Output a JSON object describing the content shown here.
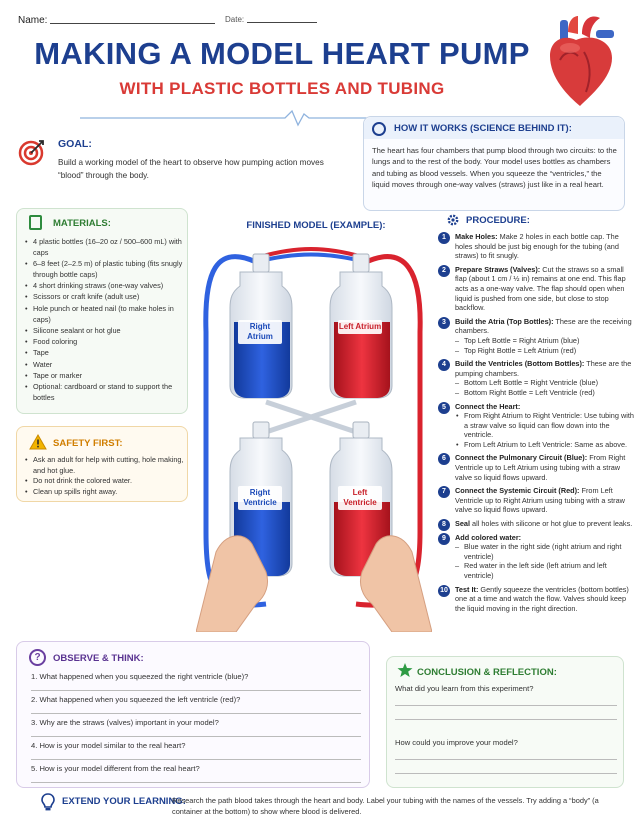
{
  "header": {
    "name_label": "Name:",
    "date_label": "Date:",
    "title": "MAKING A MODEL HEART PUMP",
    "subtitle": "WITH PLASTIC BOTTLES AND TUBING"
  },
  "goal": {
    "heading": "GOAL:",
    "text": "Build a working model of the heart to observe how pumping action moves “blood” through the body."
  },
  "how_it_works": {
    "heading": "HOW IT WORKS (SCIENCE BEHIND IT):",
    "text": "The heart has four chambers that pump blood through two circuits: to the lungs and to the rest of the body. Your model uses bottles as chambers and tubing as blood vessels. When you squeeze the “ventricles,” the liquid moves through one-way valves (straws) just like in a real heart."
  },
  "materials": {
    "heading": "MATERIALS:",
    "items": [
      "4 plastic bottles (16–20 oz / 500–600 mL) with caps",
      "6–8 feet (2–2.5 m) of plastic tubing (fits snugly through bottle caps)",
      "4 short drinking straws (one-way valves)",
      "Scissors or craft knife (adult use)",
      "Hole punch or heated nail (to make holes in caps)",
      "Silicone sealant or hot glue",
      "Food coloring",
      "Tape",
      "Water",
      "Tape or marker",
      "Optional: cardboard or stand to support the bottles"
    ]
  },
  "safety": {
    "heading": "SAFETY FIRST:",
    "items": [
      "Ask an adult for help with cutting, hole making, and hot glue.",
      "Do not drink the colored water.",
      "Clean up spills right away."
    ]
  },
  "model": {
    "heading": "FINISHED MODEL (EXAMPLE):",
    "labels": {
      "right_atrium": "Right Atrium",
      "left_atrium": "Left Atrium",
      "right_ventricle": "Right Ventricle",
      "left_ventricle": "Left Ventricle"
    },
    "colors": {
      "blue": "#1f4fc6",
      "red": "#d9232e"
    }
  },
  "procedure": {
    "heading": "PROCEDURE:",
    "steps": [
      {
        "num": "1",
        "title": "Make Holes:",
        "text": "Make 2 holes in each bottle cap. The holes should be just big enough for the tubing (and straws) to fit snugly.",
        "subs": []
      },
      {
        "num": "2",
        "title": "Prepare Straws (Valves):",
        "text": "Cut the straws so a small flap (about 1 cm / ½ in) remains at one end. This flap acts as a one-way valve. The flap should open when liquid is pushed from one side, but close to stop backflow.",
        "subs": []
      },
      {
        "num": "3",
        "title": "Build the Atria (Top Bottles):",
        "text": "These are the receiving chambers.",
        "subs": [
          "Top Left Bottle = Right Atrium (blue)",
          "Top Right Bottle = Left Atrium (red)"
        ]
      },
      {
        "num": "4",
        "title": "Build the Ventricles (Bottom Bottles):",
        "text": "These are the pumping chambers.",
        "subs": [
          "Bottom Left Bottle = Right Ventricle (blue)",
          "Bottom Right Bottle = Left Ventricle (red)"
        ]
      },
      {
        "num": "5",
        "title": "Connect the Heart:",
        "text": "",
        "subs": [
          "From Right Atrium to Right Ventricle: Use tubing with a straw valve so liquid can flow down into the ventricle.",
          "From Left Atrium to Left Ventricle: Same as above."
        ]
      },
      {
        "num": "6",
        "title": "Connect the Pulmonary Circuit (Blue):",
        "text": "From Right Ventricle up to Left Atrium using tubing with a straw valve so liquid flows upward.",
        "subs": []
      },
      {
        "num": "7",
        "title": "Connect the Systemic Circuit (Red):",
        "text": "From Left Ventricle up to Right Atrium using tubing with a straw valve so liquid flows upward.",
        "subs": []
      },
      {
        "num": "8",
        "title": "Seal",
        "text": "all holes with silicone or hot glue to prevent leaks.",
        "subs": []
      },
      {
        "num": "9",
        "title": "Add colored water:",
        "text": "",
        "subs": [
          "Blue water in the right side (right atrium and right ventricle)",
          "Red water in the left side (left atrium and left ventricle)"
        ]
      },
      {
        "num": "10",
        "title": "Test It:",
        "text": "Gently squeeze the ventricles (bottom bottles) one at a time and watch the flow. Valves should keep the liquid moving in the right direction.",
        "subs": []
      }
    ]
  },
  "observe": {
    "heading": "OBSERVE & THINK:",
    "questions": [
      "1. What happened when you squeezed the right ventricle (blue)?",
      "2. What happened when you squeezed the left ventricle (red)?",
      "3. Why are the straws (valves) important in your model?",
      "4. How is your model similar to the real heart?",
      "5. How is your model different from the real heart?"
    ]
  },
  "conclusion": {
    "heading": "CONCLUSION & REFLECTION:",
    "q1": "What did you learn from this experiment?",
    "q2": "How could you improve your model?"
  },
  "extend": {
    "heading": "EXTEND YOUR LEARNING:",
    "text": "Research the path blood takes through the heart and body. Label your tubing with the names of the vessels. Try adding a “body” (a container at the bottom) to show where blood is delivered."
  }
}
